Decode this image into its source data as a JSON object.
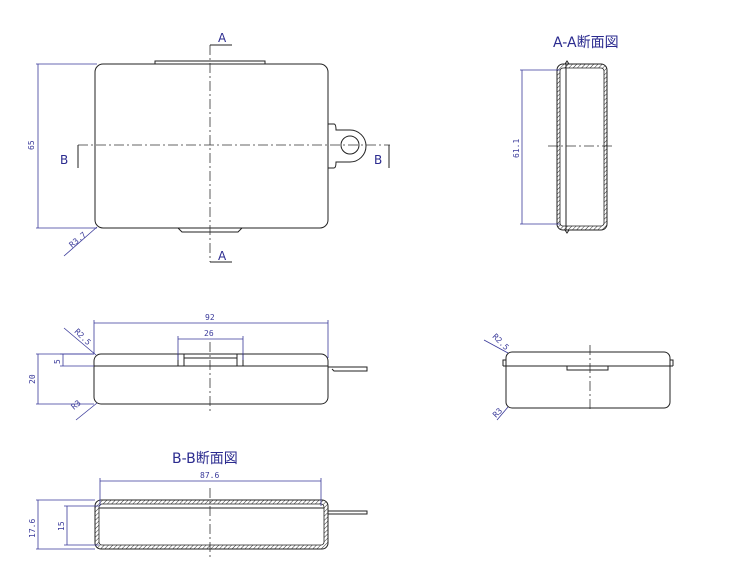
{
  "colors": {
    "line": "#222222",
    "dimension": "#3a3a9a",
    "label": "#2b2b8f"
  },
  "section_labels": {
    "a": "A",
    "b": "B"
  },
  "titles": {
    "aa": "A-A断面図",
    "bb": "B-B断面図"
  },
  "top_view": {
    "height": "65",
    "corner_radius": "R3.7"
  },
  "front_view": {
    "width": "92",
    "tab_width": "26",
    "lid_height": "5",
    "height": "20",
    "top_radius": "R2.5",
    "bottom_radius": "R3"
  },
  "section_aa": {
    "inner_height": "61.1"
  },
  "section_bb": {
    "inner_width": "87.6",
    "height": "17.6",
    "inner_depth": "15"
  },
  "side_view": {
    "top_radius": "R2.5",
    "bottom_radius": "R3"
  }
}
